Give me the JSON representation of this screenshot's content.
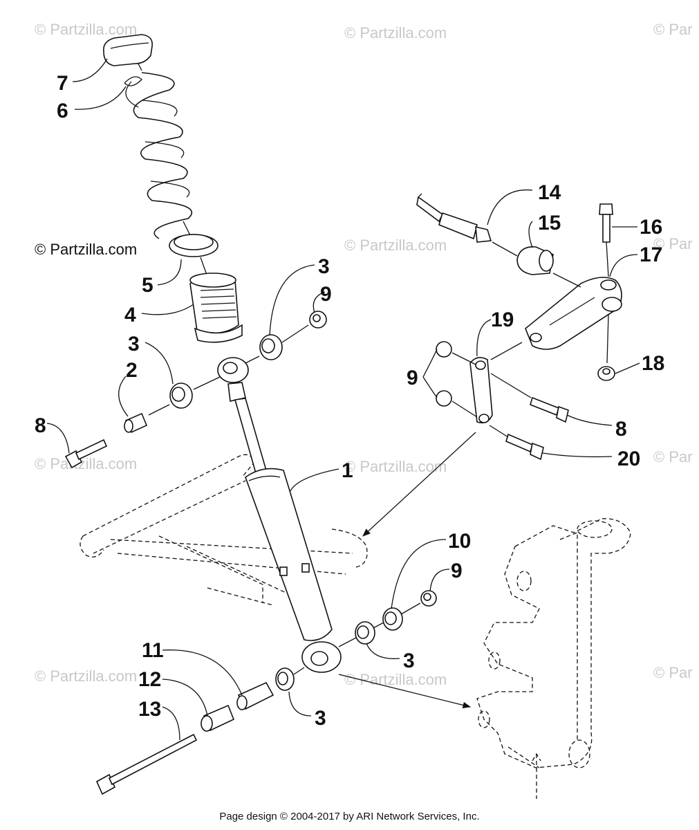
{
  "watermarks": {
    "top_left": "© Partzilla.com",
    "top_center": "© Partzilla.com",
    "top_right": "© Par",
    "mid_left_dark": "© Partzilla.com",
    "mid_center": "© Partzilla.com",
    "mid_right": "© Par",
    "row3_left": "© Partzilla.com",
    "row3_center": "© Partzilla.com",
    "row3_right": "© Par",
    "row4_left": "© Partzilla.com",
    "row4_center": "© Partzilla.com",
    "row4_right": "© Par"
  },
  "callouts": {
    "c1": "1",
    "c2": "2",
    "c3a": "3",
    "c3b": "3",
    "c3c": "3",
    "c3d": "3",
    "c4": "4",
    "c5": "5",
    "c6": "6",
    "c7": "7",
    "c8a": "8",
    "c8b": "8",
    "c9a": "9",
    "c9b": "9",
    "c9c": "9",
    "c10": "10",
    "c11": "11",
    "c12": "12",
    "c13": "13",
    "c14": "14",
    "c15": "15",
    "c16": "16",
    "c17": "17",
    "c18": "18",
    "c19": "19",
    "c20": "20"
  },
  "footer": "Page design © 2004-2017 by ARI Network Services, Inc."
}
